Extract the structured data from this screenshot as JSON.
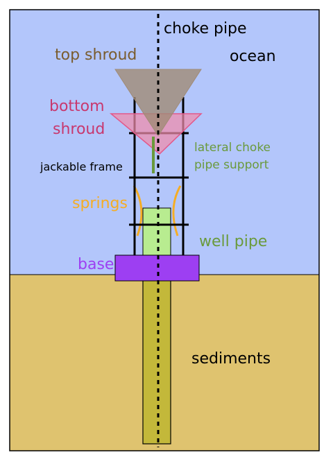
{
  "labels": {
    "choke_pipe": "choke pipe",
    "top_shroud": "top shroud",
    "ocean": "ocean",
    "bottom_shroud_line1": "bottom",
    "bottom_shroud_line2": "shroud",
    "lateral_line1": "lateral choke",
    "lateral_line2": "pipe support",
    "jackable_frame": "jackable frame",
    "springs": "springs",
    "well_pipe": "well pipe",
    "base": "base",
    "sediments": "sediments"
  },
  "colors": {
    "ocean": "#b3c6fb",
    "sediments": "#dfc36f",
    "top_shroud_fill": "#a08b76",
    "top_shroud_text": "#7a5c2e",
    "bottom_shroud_fill": "#f08cab",
    "bottom_shroud_text": "#c8386e",
    "lateral_support": "#6a9a3c",
    "springs": "#f5ad24",
    "well_pipe_fill": "#b8ec90",
    "well_pipe_text": "#6a9a3c",
    "base": "#9d3ff2",
    "sediment_pipe": "#c3b83a",
    "frame": "#000000"
  }
}
